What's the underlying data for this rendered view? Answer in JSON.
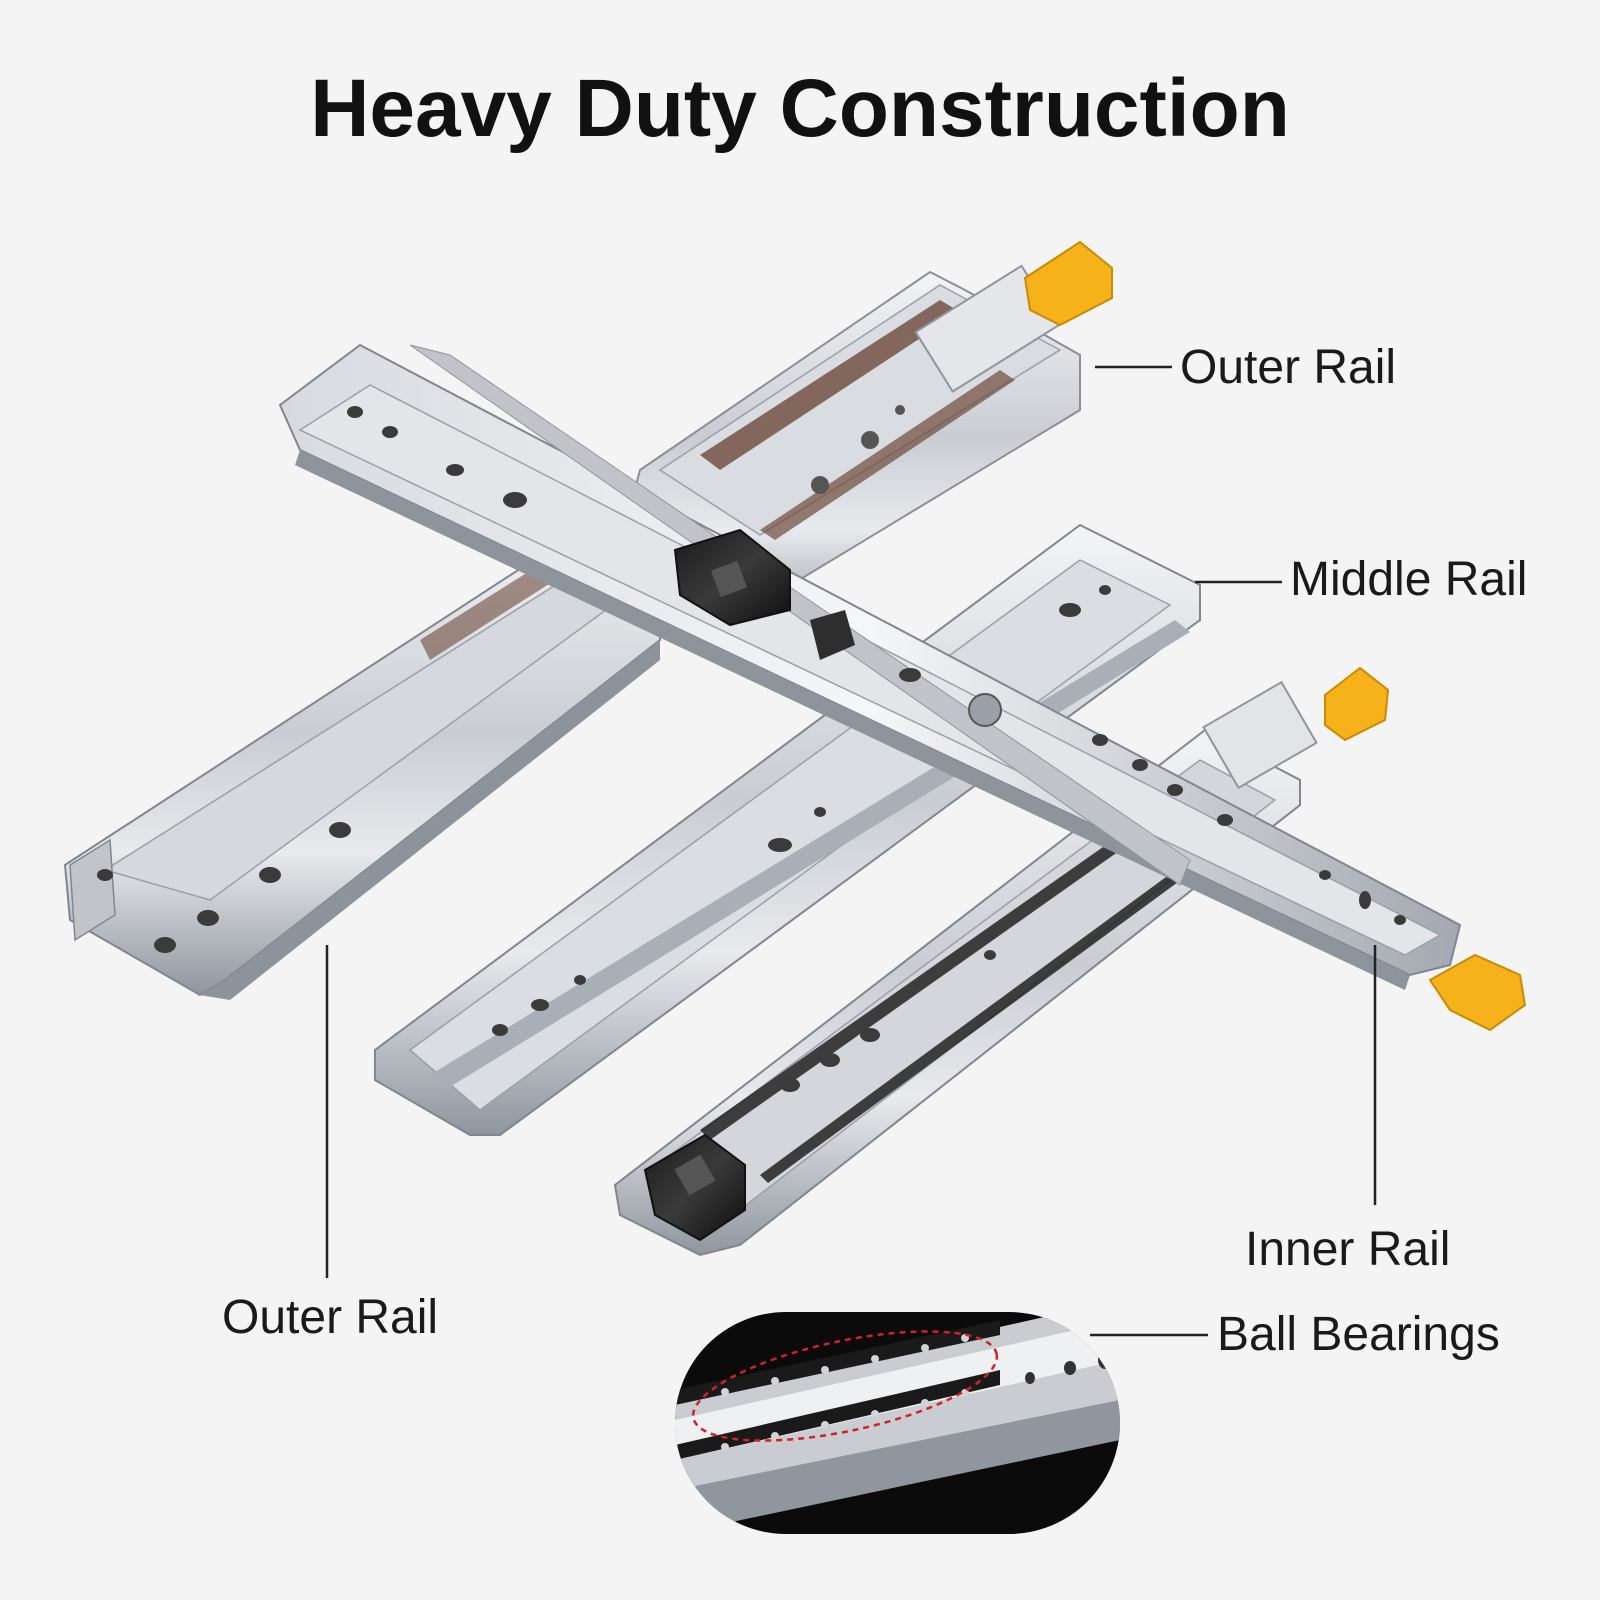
{
  "title": "Heavy Duty Construction",
  "labels": {
    "outer_rail_top": "Outer Rail",
    "middle_rail": "Middle Rail",
    "inner_rail": "Inner Rail",
    "outer_rail_bottom": "Outer Rail",
    "ball_bearings": "Ball Bearings"
  },
  "colors": {
    "background": "#f4f4f4",
    "steel_light": "#e6e8eb",
    "steel_mid": "#b7bcc2",
    "steel_dark": "#7d848c",
    "lock_yellow": "#f5b21a",
    "clip_black": "#2b2b2b",
    "callout_red": "#d42020",
    "leader": "#222222"
  }
}
